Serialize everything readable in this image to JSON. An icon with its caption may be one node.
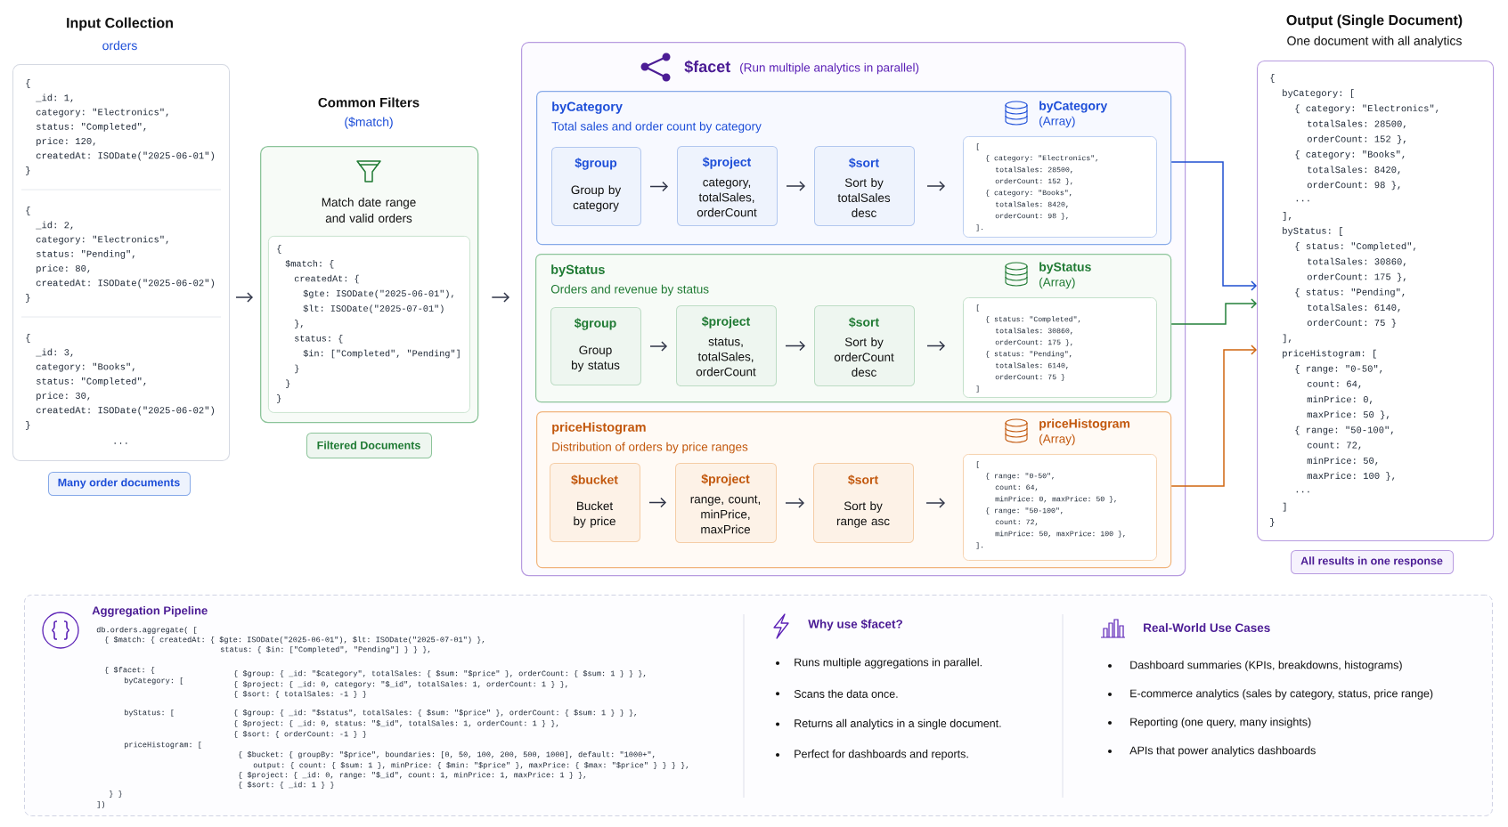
{
  "diagram": {
    "nodes": [
      {
        "text": [
          "Input Collection",
          "orders",
          "{",
          "_id: 1,",
          "category: \"Electronics\",",
          "status: \"Completed\",",
          "price: 120,",
          "createdAt: ISODate(\"2025-06-01\")",
          "}",
          "{",
          "_id: 2,",
          "category: \"Electronics\",",
          "status: \"Pending\",",
          "price: 80,",
          "createdAt: ISODate(\"2025-06-02\")",
          "}",
          "{",
          "_id: 3,",
          "category: \"Books\",",
          "status: \"Completed\",",
          "price: 30,",
          "createdAt: ISODate(\"2025-06-02\")",
          "}",
          "..."
        ]
      },
      {
        "text": [
          "Many order documents"
        ]
      },
      {
        "text": [
          "Common Filters",
          "($match)",
          "Match date range and valid orders"
        ]
      },
      {
        "text": [
          "{",
          "$match: {",
          "createdAt: {",
          "$gte: ISODate(\"2025-06-01\"),",
          "$lt: ISODate(\"2025-07-01\")",
          "},",
          "status: {",
          "$in: [\"Completed\", \"Pending\"]",
          "}",
          "}",
          "}"
        ],
        "in": 2
      },
      {
        "text": [
          "Filtered Documents"
        ]
      },
      {
        "text": [
          "$facet",
          "(Run multiple analytics in parallel)"
        ]
      },
      {
        "text": [
          "byCategory",
          "Total sales and order count by category"
        ],
        "in": 5
      },
      {
        "text": [
          "$group",
          "Group by category"
        ],
        "in": 6
      },
      {
        "text": [
          "$project",
          "category, totalSales, orderCount"
        ],
        "in": 6
      },
      {
        "text": [
          "$sort",
          "Sort by totalSales desc"
        ],
        "in": 6
      },
      {
        "text": [
          "byCategory",
          "(Array)",
          "[",
          "{ category: \"Electronics\",",
          "totalSales: 28500,",
          "orderCount: 152 },",
          "{ category: \"Books\",",
          "totalSales: 8420,",
          "orderCount: 98 },",
          "]."
        ],
        "in": 6
      },
      {
        "text": [
          "byStatus",
          "Orders and revenue by status"
        ],
        "in": 5
      },
      {
        "text": [
          "$group",
          "Group by status"
        ],
        "in": 11
      },
      {
        "text": [
          "$project",
          "status, totalSales, orderCount"
        ],
        "in": 11
      },
      {
        "text": [
          "$sort",
          "Sort by orderCount desc"
        ],
        "in": 11
      },
      {
        "text": [
          "byStatus",
          "(Array)",
          "[",
          "{ status: \"Completed\",",
          "totalSales: 30860,",
          "orderCount: 175 },",
          "{ status: \"Pending\",",
          "totalSales: 6140,",
          "orderCount: 75 }",
          "]"
        ],
        "in": 11
      },
      {
        "text": [
          "priceHistogram",
          "Distribution of orders by price ranges"
        ],
        "in": 5
      },
      {
        "text": [
          "$bucket",
          "Bucket by price"
        ],
        "in": 16
      },
      {
        "text": [
          "$project",
          "range, count, minPrice, maxPrice"
        ],
        "in": 16
      },
      {
        "text": [
          "$sort",
          "Sort by range asc"
        ],
        "in": 16
      },
      {
        "text": [
          "priceHistogram",
          "(Array)",
          "[",
          "{ range: \"0-50\",",
          "count: 64,",
          "minPrice: 0, maxPrice: 50 },",
          "{ range: \"50-100\",",
          "count: 72,",
          "minPrice: 50, maxPrice: 100 },",
          "]."
        ],
        "in": 16
      },
      {
        "text": [
          "Output (Single Document)",
          "One document with all analytics",
          "{",
          "byCategory: [",
          "{ category: \"Electronics\",",
          "totalSales: 28500,",
          "orderCount: 152 },",
          "{ category: \"Books\",",
          "totalSales: 8420,",
          "orderCount: 98 },",
          "...",
          "],",
          "byStatus: [",
          "{ status: \"Completed\",",
          "totalSales: 30860,",
          "orderCount: 175 },",
          "{ status: \"Pending\",",
          "totalSales: 6140,",
          "orderCount: 75 }",
          "],",
          "priceHistogram: [",
          "{ range: \"0-50\",",
          "count: 64,",
          "minPrice: 0,",
          "maxPrice: 50 },",
          "{ range: \"50-100\",",
          "count: 72,",
          "minPrice: 50,",
          "maxPrice: 100 },",
          "...",
          "]",
          "}"
        ]
      },
      {
        "text": [
          "All results in one response"
        ]
      },
      {
        "text": [
          "Aggregation Pipeline",
          "db.orders.aggregate( [",
          "{ $match: { createdAt: { $gte: ISODate(\"2025-06-01\"), $lt: ISODate(\"2025-07-01\") },",
          "status: { $in: [\"Completed\", \"Pending\"] } } },",
          "{ $facet: {",
          "{ $group: { _id: \"$category\", totalSales: { $sum: \"$price\" }, orderCount: { $sum: 1 } } },",
          "byCategory: [",
          "{ $project: { _id: 0, category: \"$_id\", totalSales: 1, orderCount: 1 } },",
          "{ $sort: { totalSales: -1 } }",
          "byStatus: [",
          "{ $group: { _id: \"$status\", totalSales: { $sum: \"$price\" }, orderCount: { $sum: 1 } } },",
          "{ $project: { _id: 0, status: \"$_id\", totalSales: 1, orderCount: 1 } },",
          "{ $sort: { orderCount: -1 } }",
          "priceHistogram: [",
          "{ $bucket: { groupBy: \"$price\", boundaries: [0, 50, 100, 200, 500, 1000], default: \"1000+\",",
          "output: { count: { $sum: 1 }, minPrice: { $min: \"$price\" }, maxPrice: { $max: \"$price\" } } } },",
          "{ $project: { _id: 0, range: \"$_id\", count: 1, minPrice: 1, maxPrice: 1 } },",
          "{ $sort: { _id: 1 } }",
          "} }",
          "])",
          "Why use $facet?",
          "Runs multiple aggregations in parallel.",
          "Scans the data once.",
          "Returns all analytics in a single document.",
          "Perfect for dashboards and reports.",
          "Real-World Use Cases",
          "Dashboard summaries (KPIs, breakdowns, histograms)",
          "E-commerce analytics (sales by category, status, price range)",
          "Reporting (one query, many insights)",
          "APIs that power analytics dashboards"
        ]
      }
    ],
    "edges": [
      {
        "from": 0,
        "to": 2,
        "arrow": "to"
      },
      {
        "from": 2,
        "to": 5,
        "arrow": "to"
      },
      {
        "from": 7,
        "to": 8,
        "arrow": "to"
      },
      {
        "from": 8,
        "to": 9,
        "arrow": "to"
      },
      {
        "from": 9,
        "to": 10,
        "arrow": "to"
      },
      {
        "from": 12,
        "to": 13,
        "arrow": "to"
      },
      {
        "from": 13,
        "to": 14,
        "arrow": "to"
      },
      {
        "from": 14,
        "to": 15,
        "arrow": "to"
      },
      {
        "from": 17,
        "to": 18,
        "arrow": "to"
      },
      {
        "from": 18,
        "to": 19,
        "arrow": "to"
      },
      {
        "from": 19,
        "to": 20,
        "arrow": "to"
      },
      {
        "from": 6,
        "to": 21,
        "arrow": "to",
        "color": "#1f4fd1"
      },
      {
        "from": 11,
        "to": 21,
        "arrow": "to",
        "color": "#23803a"
      },
      {
        "from": 16,
        "to": 21,
        "arrow": "to",
        "color": "#d0650f"
      }
    ]
  }
}
